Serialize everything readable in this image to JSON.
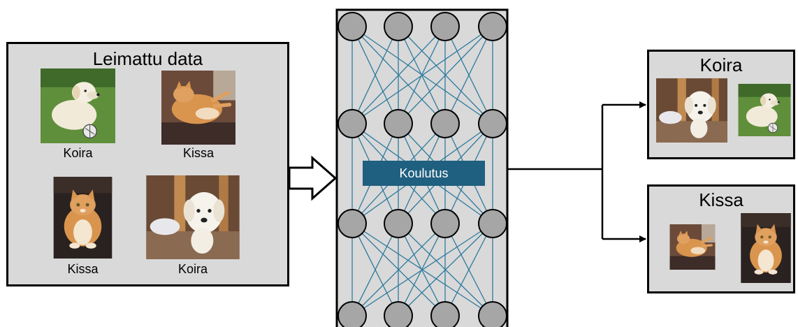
{
  "input_panel": {
    "title": "Leimattu data",
    "items": [
      {
        "label": "Koira",
        "depicts": "dog-photo"
      },
      {
        "label": "Kissa",
        "depicts": "cat-photo"
      },
      {
        "label": "Kissa",
        "depicts": "cat-photo"
      },
      {
        "label": "Koira",
        "depicts": "dog-photo"
      }
    ]
  },
  "network": {
    "training_label": "Koulutus",
    "layers": [
      4,
      4,
      4,
      4
    ],
    "node_color": "#a6a6a6",
    "edge_color": "#2e7a9e",
    "panel_color": "#d9d9d9"
  },
  "outputs": [
    {
      "title": "Koira",
      "photos": [
        "dog-photo",
        "dog-photo"
      ]
    },
    {
      "title": "Kissa",
      "photos": [
        "cat-photo",
        "cat-photo"
      ]
    }
  ],
  "colors": {
    "panel": "#d9d9d9",
    "border": "#000000",
    "label_bg": "#1f5f7f",
    "label_text": "#ffffff"
  }
}
